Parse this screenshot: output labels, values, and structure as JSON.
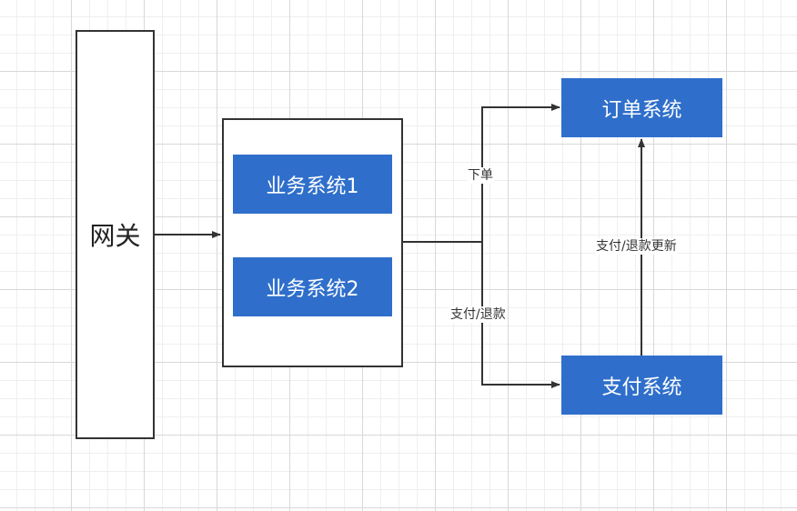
{
  "diagram": {
    "gateway_label": "网关",
    "business_system_1": "业务系统1",
    "business_system_2": "业务系统2",
    "order_system": "订单系统",
    "payment_system": "支付系统",
    "edge_order_label": "下单",
    "edge_payment_label": "支付/退款",
    "edge_update_label": "支付/退款更新"
  },
  "colors": {
    "node_fill": "#2F6FCB",
    "line": "#333333"
  }
}
